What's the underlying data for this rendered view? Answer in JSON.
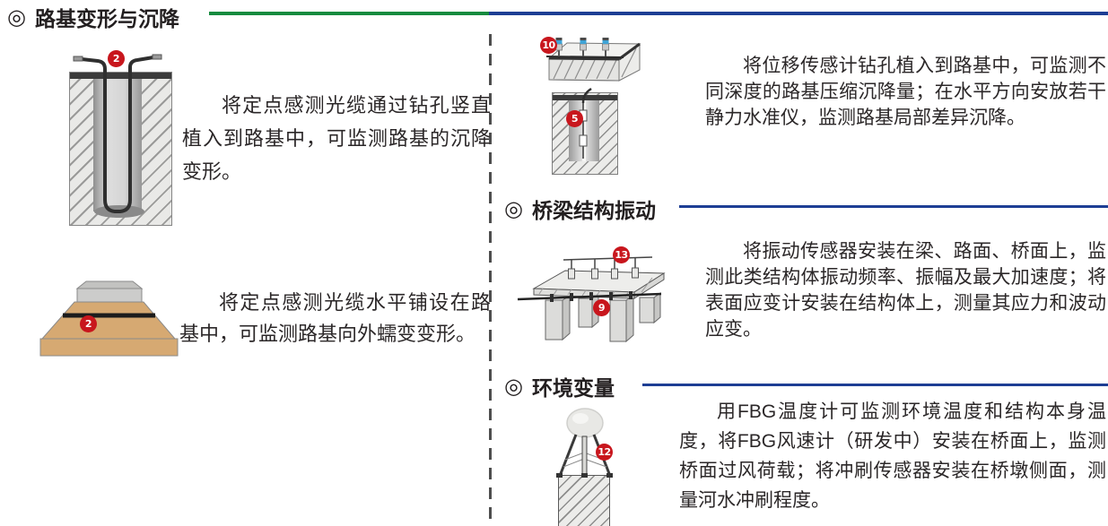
{
  "page": {
    "bullet": "◎"
  },
  "colors": {
    "accent_green": "#168b3f",
    "accent_blue": "#1d3e94",
    "marker_red": "#c8161d",
    "text": "#2b2728",
    "embankment_tan": "#d6a972",
    "sensor_blue": "#3fa3d6"
  },
  "sections": {
    "roadbed": {
      "title": "路基变形与沉降",
      "items": [
        {
          "marker": "2",
          "text": "将定点感测光缆通过钻孔竖直植入到路基中，可监测路基的沉降变形。"
        },
        {
          "marker": "2",
          "text": "将定点感测光缆水平铺设在路基中，可监测路基向外蠕变变形。"
        },
        {
          "marker_top": "10",
          "marker_bottom": "5",
          "text": "将位移传感计钻孔植入到路基中，可监测不同深度的路基压缩沉降量；在水平方向安放若干静力水准仪，监测路基局部差异沉降。"
        }
      ]
    },
    "bridge_vibration": {
      "title": "桥梁结构振动",
      "marker_top": "13",
      "marker_bottom": "9",
      "text": "将振动传感器安装在梁、路面、桥面上，监测此类结构体振动频率、振幅及最大加速度；将表面应变计安装在结构体上，测量其应力和波动应变。"
    },
    "environment": {
      "title": "环境变量",
      "marker": "12",
      "text": "用FBG温度计可监测环境温度和结构本身温度，将FBG风速计（研发中）安装在桥面上，监测桥面过风荷载；将冲刷传感器安装在桥墩侧面，测量河水冲刷程度。"
    }
  }
}
